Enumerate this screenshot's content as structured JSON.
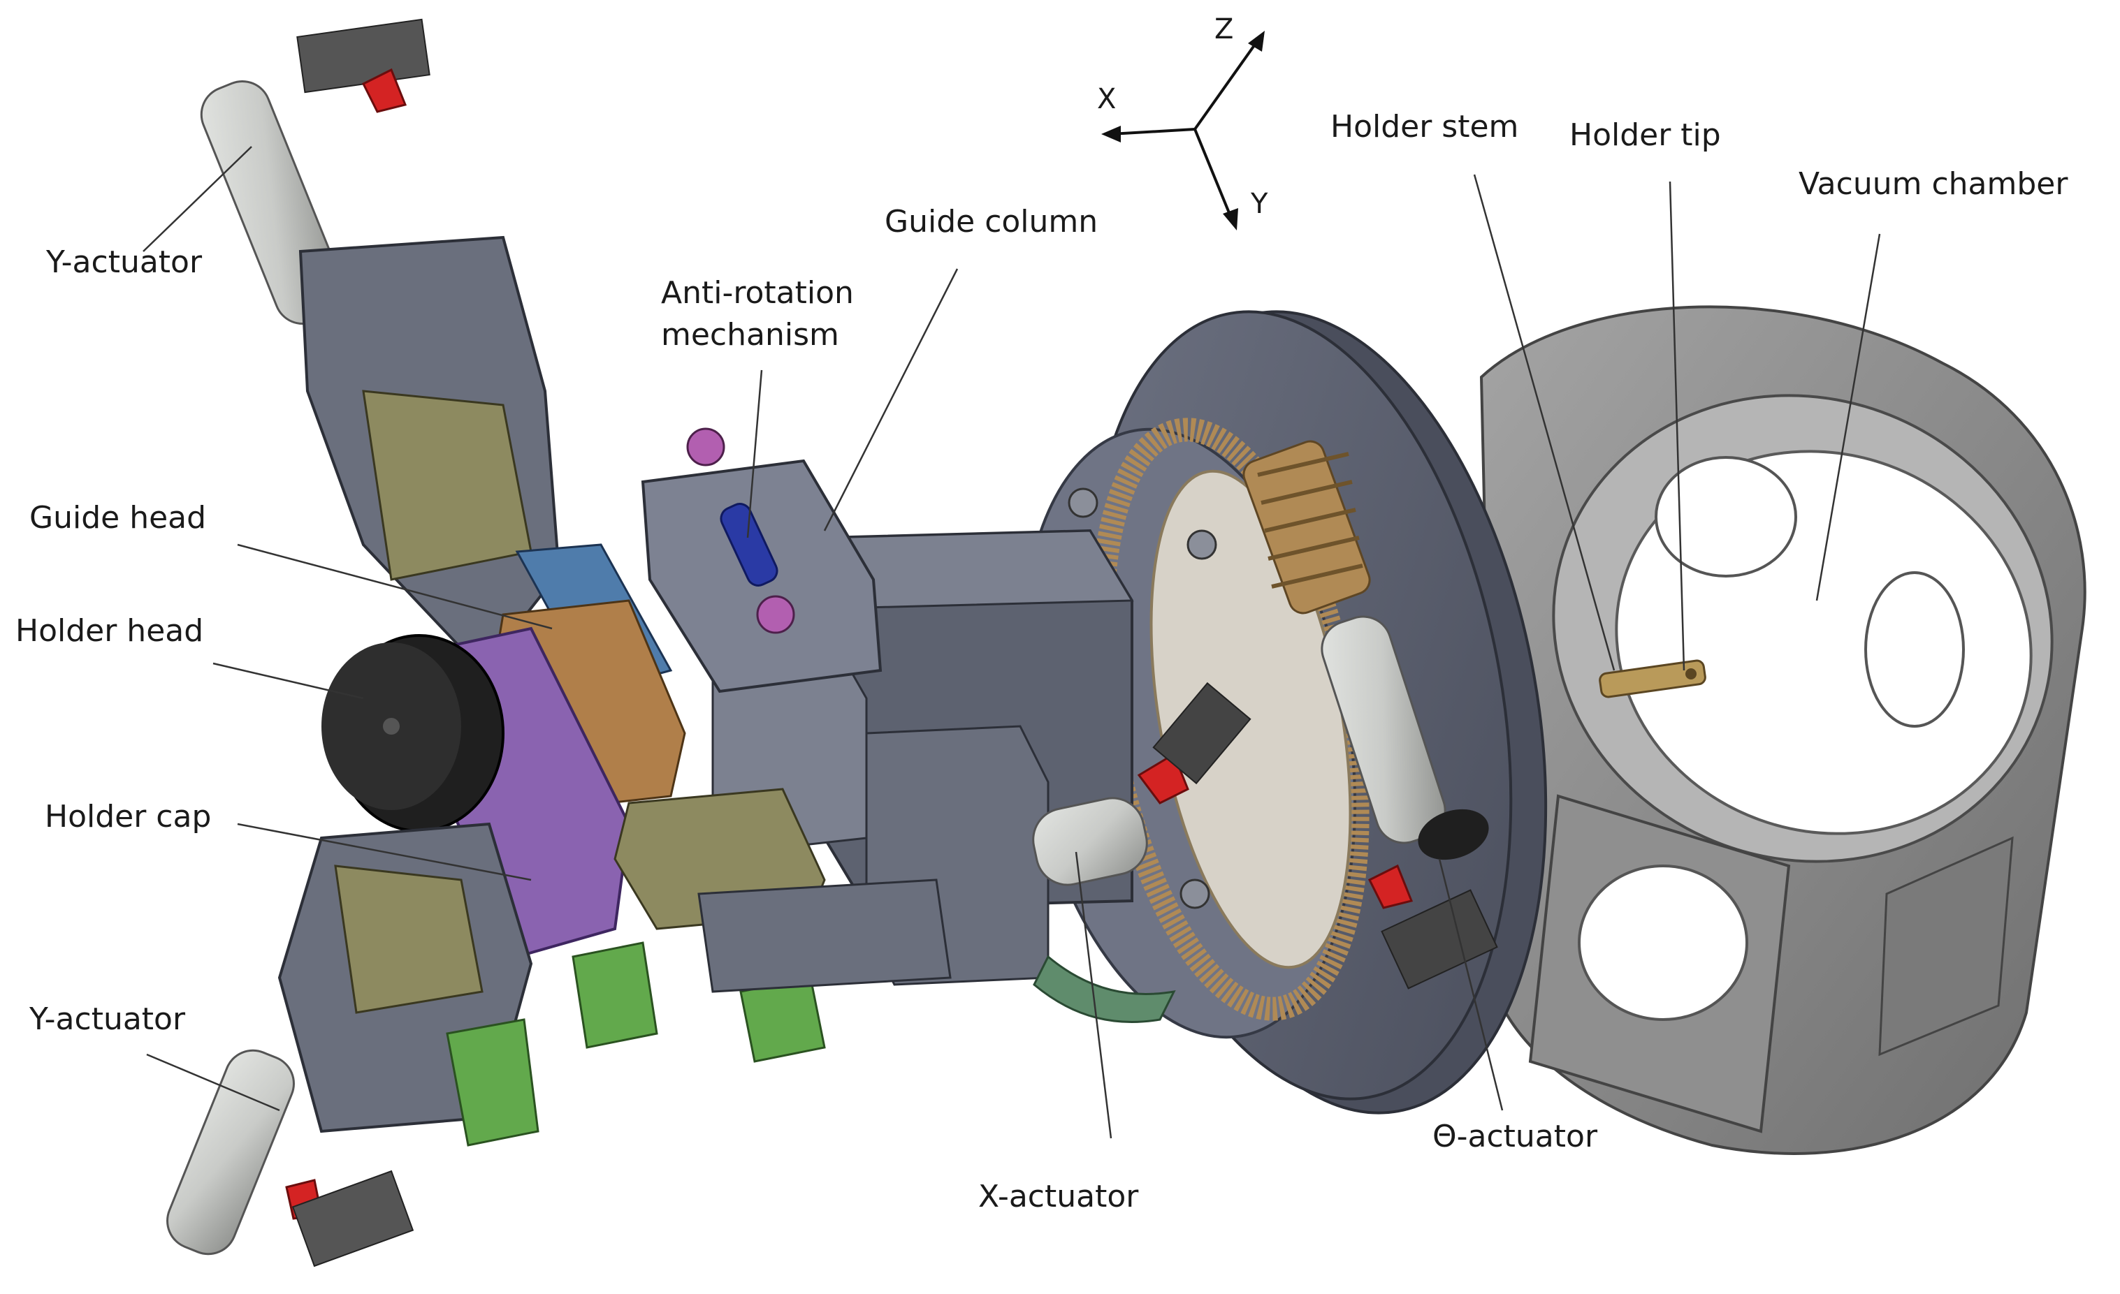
{
  "axes": {
    "x": "X",
    "y": "Y",
    "z": "Z"
  },
  "labels": {
    "y_actuator_top": "Y-actuator",
    "guide_head": "Guide head",
    "holder_head": "Holder head",
    "holder_cap": "Holder cap",
    "y_actuator_bottom": "Y-actuator",
    "anti_rotation_line1": "Anti-rotation",
    "anti_rotation_line2": "mechanism",
    "guide_column": "Guide column",
    "holder_stem": "Holder stem",
    "holder_tip": "Holder tip",
    "vacuum_chamber": "Vacuum chamber",
    "x_actuator": "X-actuator",
    "theta_actuator": "Θ-actuator"
  },
  "colors": {
    "steel_dark": "#5d6270",
    "steel_mid": "#7c8190",
    "steel_light": "#a7adb8",
    "chamber": "#8c8c8c",
    "holder_cap": "#8a63b0",
    "holder_head_body": "#b07f4a",
    "guide_head": "#4f7cab",
    "gear": "#b08a55",
    "actuator_tube": "#c9cbc8",
    "motor_housing": "#8d8a60",
    "pcb_green": "#62a94c",
    "connector_red": "#d42323",
    "magenta_nut": "#b25fb0",
    "blue_rod": "#2a3aa5"
  }
}
